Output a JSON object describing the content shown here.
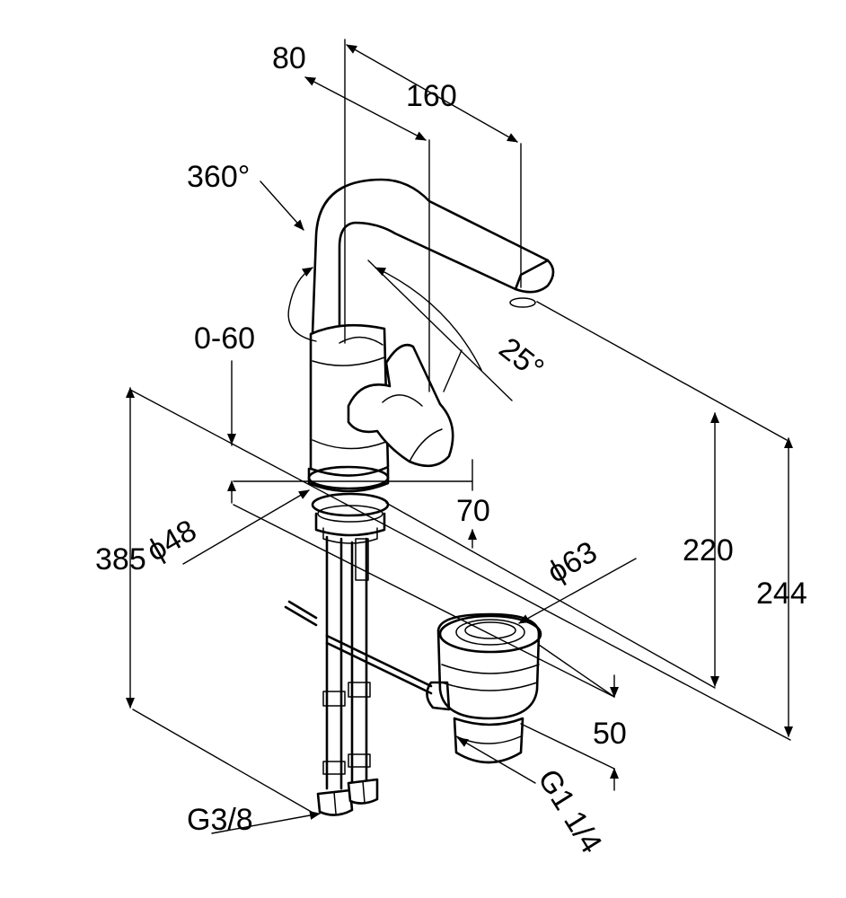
{
  "dimensions": {
    "spout_offset": "80",
    "spout_reach": "160",
    "rotation": "360°",
    "lever_range": "0-60",
    "lever_angle": "25°",
    "base_height": "70",
    "total_height": "385",
    "base_diameter": "ϕ48",
    "drain_diameter": "ϕ63",
    "outlet_height": "220",
    "overall_height": "244",
    "drain_height": "50",
    "drain_thread": "G1 1/4",
    "supply_thread": "G3/8"
  }
}
